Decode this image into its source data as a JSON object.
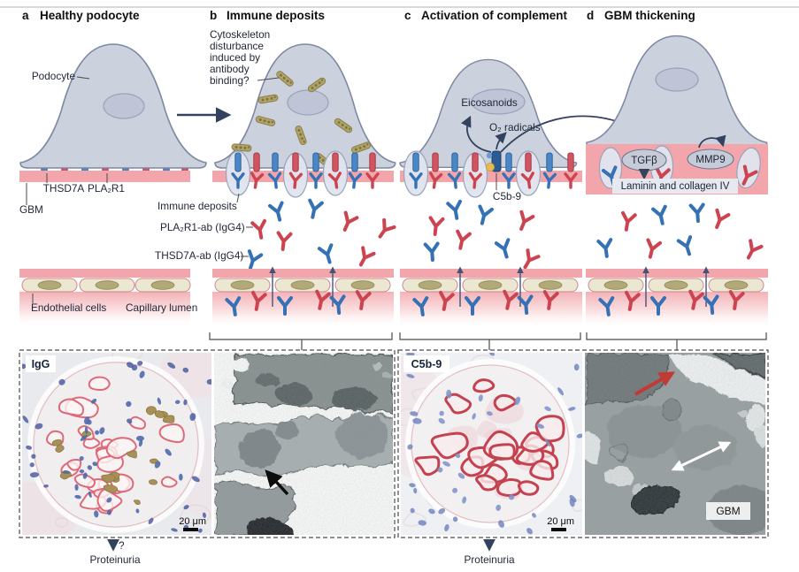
{
  "panels": [
    {
      "letter": "a",
      "title": "Healthy podocyte"
    },
    {
      "letter": "b",
      "title": "Immune deposits"
    },
    {
      "letter": "c",
      "title": "Activation of complement"
    },
    {
      "letter": "d",
      "title": "GBM thickening"
    }
  ],
  "labels": {
    "podocyte": "Podocyte",
    "thsd7a": "THSD7A",
    "pla2r1": "PLA₂R1",
    "gbm": "GBM",
    "cytoskeleton_note": [
      "Cytoskeleton",
      "disturbance",
      "induced by",
      "antibody",
      "binding?"
    ],
    "immune_deposits": "Immune deposits",
    "pla2r1_ab": "PLA₂R1-ab (IgG4)",
    "thsd7a_ab": "THSD7A-ab (IgG4)",
    "endothelial_cells": "Endothelial cells",
    "capillary_lumen": "Capillary lumen",
    "eicosanoids": "Eicosanoids",
    "o2_radicals": "O₂ radicals",
    "c5b9": "C5b-9",
    "tgfb": "TGFβ",
    "mmp9": "MMP9",
    "laminin_collagen": "Laminin and collagen IV"
  },
  "micrographs": {
    "igg_label": "IgG",
    "c5b9_label": "C5b-9",
    "gbm_label": "GBM",
    "scale_bar": "20 μm"
  },
  "outcomes": {
    "query_mark": "?",
    "proteinuria": "Proteinuria"
  },
  "colors": {
    "antibody_blue": "#3471b5",
    "antibody_red": "#cb4450",
    "receptor_blue": "#4a87c7",
    "receptor_red": "#d05561",
    "gbm_pink": "#f2a5aa",
    "podocyte_fill": "#ccd1de",
    "podocyte_stroke": "#7e88a3",
    "deposit_blob": "#e0e4ee",
    "cytoskeleton_olive": "#b0a468",
    "endothelial_fill": "#ebe7d0",
    "endothelial_nucleus": "#b2a878",
    "arrow_navy": "#33425e",
    "histo_red": "#dd6a79",
    "histo_deep_red": "#c44150",
    "histo_blue": "#4b66ab",
    "histo_tan": "#a28c52",
    "em_gray": "#8d9598"
  }
}
